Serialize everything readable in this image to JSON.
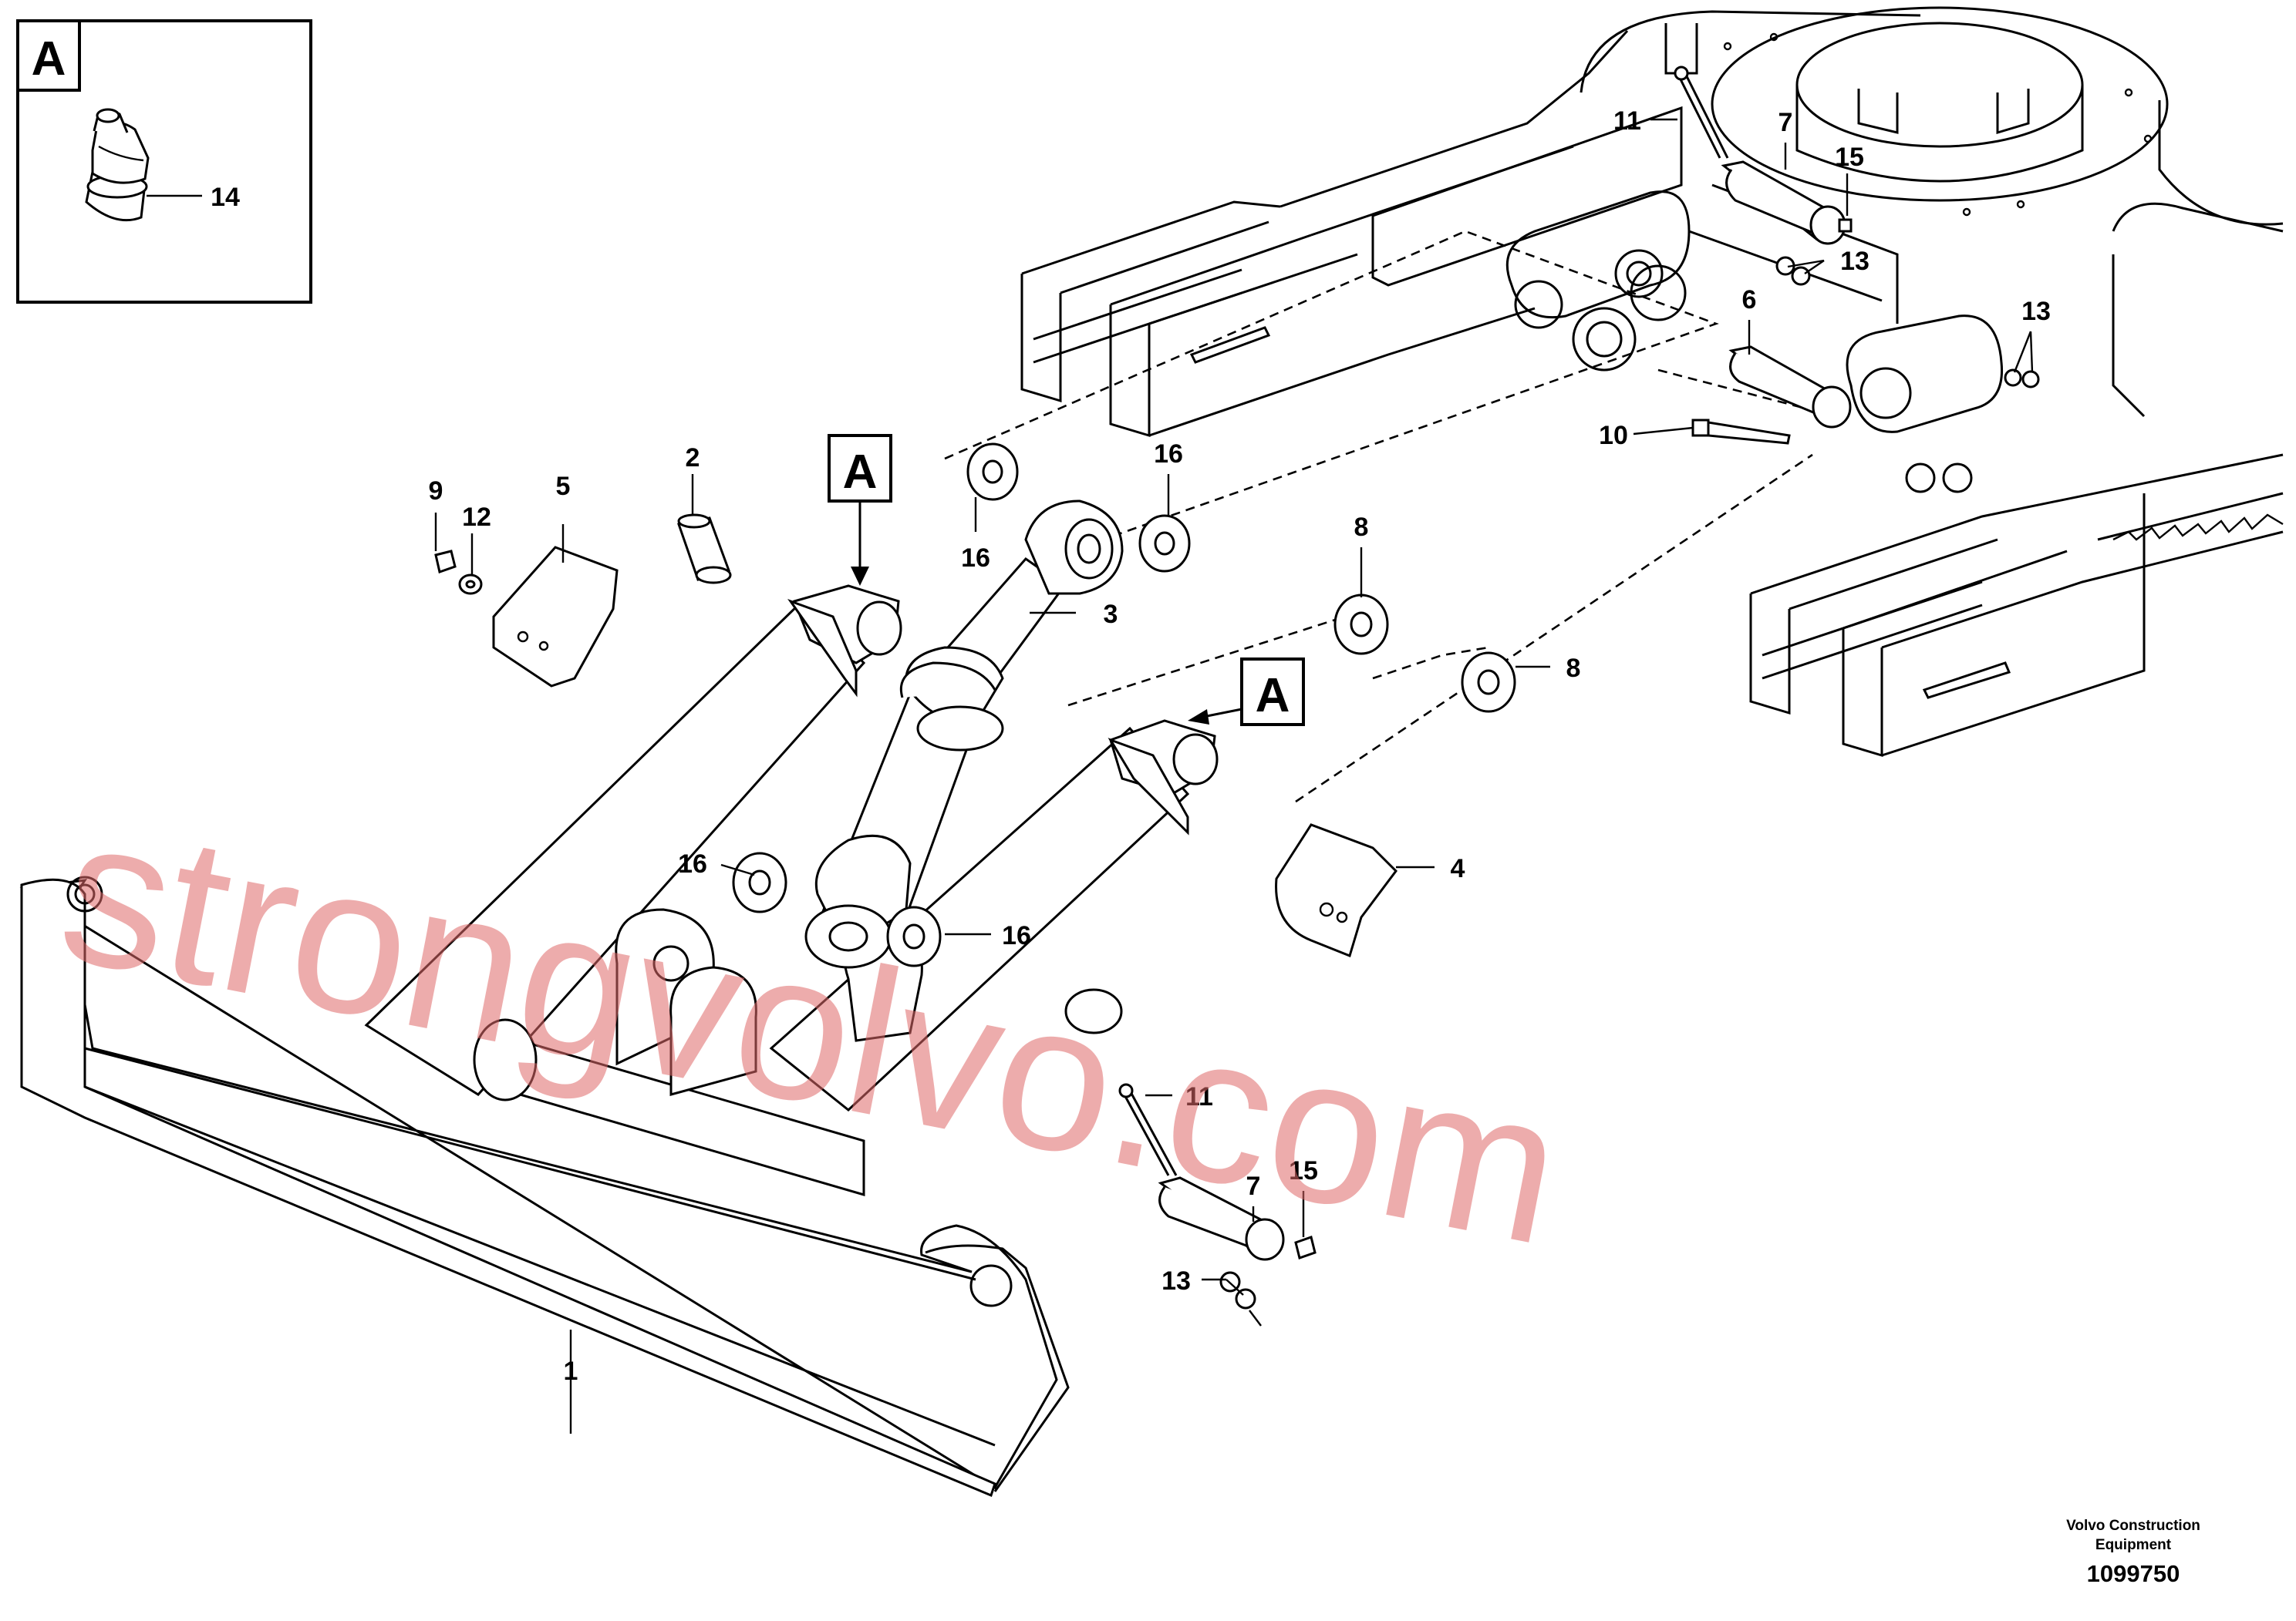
{
  "detail_box": {
    "label": "A",
    "part_number": "14"
  },
  "callout_boxes": [
    "A",
    "A"
  ],
  "part_labels": [
    "1",
    "2",
    "3",
    "4",
    "5",
    "6",
    "7",
    "7",
    "8",
    "8",
    "9",
    "10",
    "11",
    "11",
    "12",
    "13",
    "13",
    "13",
    "14",
    "15",
    "15",
    "16",
    "16",
    "16",
    "16"
  ],
  "watermark": "strongvolvo.com",
  "credit": {
    "line1": "Volvo Construction",
    "line2": "Equipment",
    "ref": "1099750"
  }
}
